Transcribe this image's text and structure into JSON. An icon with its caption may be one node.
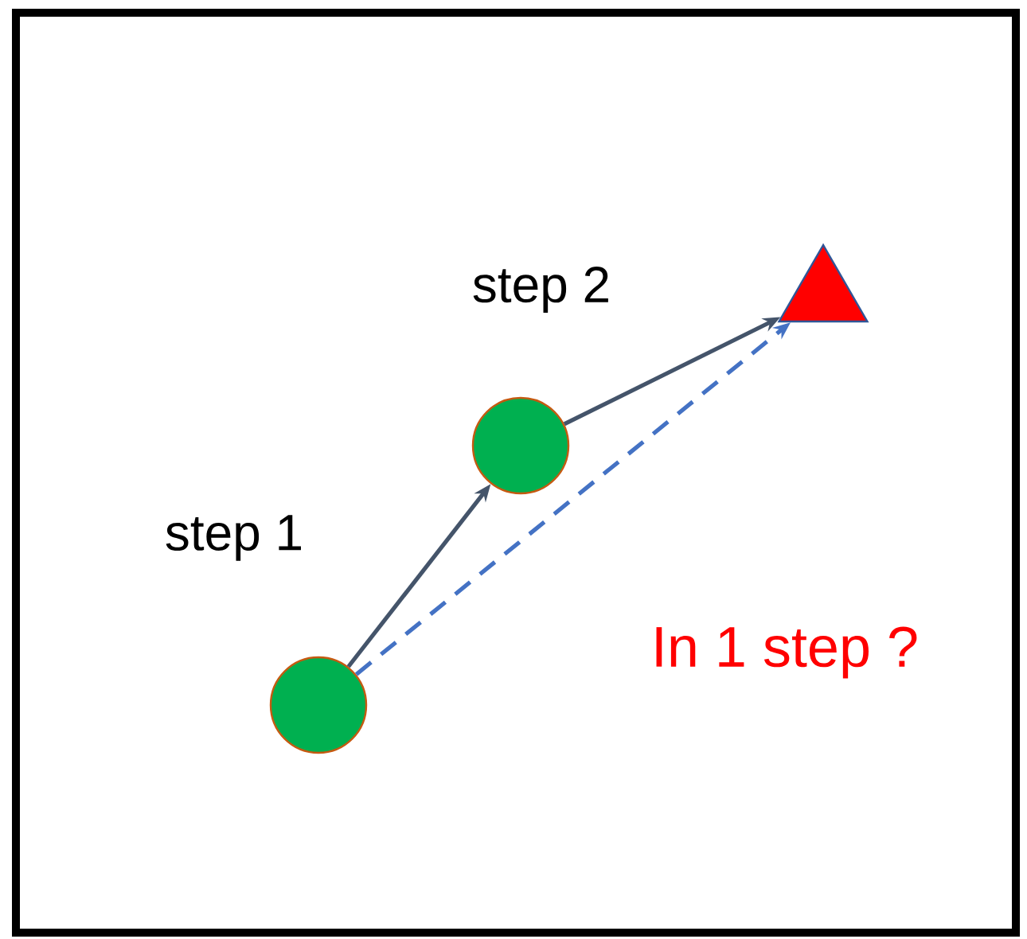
{
  "diagram": {
    "nodes": [
      {
        "text": [],
        "shape": "circle"
      },
      {
        "text": [],
        "shape": "circle"
      },
      {
        "text": [],
        "shape": "triangle"
      }
    ],
    "edges": [
      {
        "from": 0,
        "to": 1,
        "arrow": "to",
        "label": "step 1"
      },
      {
        "from": 1,
        "to": 2,
        "arrow": "to",
        "label": "step 2"
      },
      {
        "from": 0,
        "to": 2,
        "arrow": "to",
        "label": "In 1 step ?",
        "style": "dashed",
        "color": "#4472c4"
      }
    ]
  }
}
